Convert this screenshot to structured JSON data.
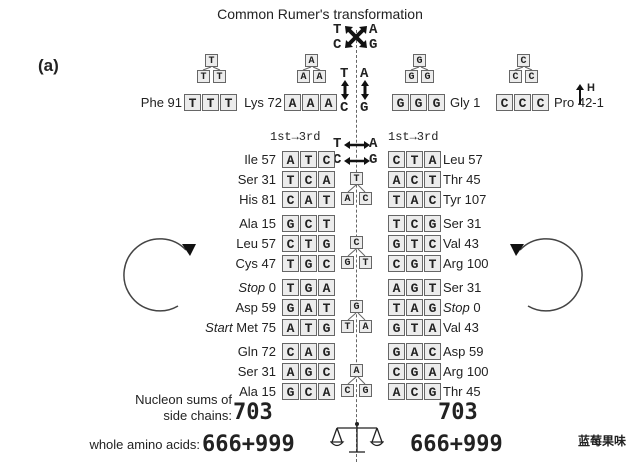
{
  "title": "Common Rumer's transformation",
  "panel_label": "(a)",
  "top_cross": {
    "tl": "T",
    "tr": "A",
    "bl": "C",
    "br": "G"
  },
  "top_arrows": {
    "tl": "T",
    "tr": "A",
    "bl": "C",
    "br": "G"
  },
  "h_marker": "H",
  "top_triplets": [
    {
      "label": "Phe 91",
      "codon": [
        "T",
        "T",
        "T"
      ],
      "tree": [
        "T",
        "T",
        "T"
      ]
    },
    {
      "label": "Lys 72",
      "codon": [
        "A",
        "A",
        "A"
      ],
      "tree": [
        "A",
        "A",
        "A"
      ]
    },
    {
      "label": "Gly 1",
      "codon": [
        "G",
        "G",
        "G"
      ],
      "tree": [
        "G",
        "G",
        "G"
      ]
    },
    {
      "label": "Pro 42-1",
      "codon": [
        "C",
        "C",
        "C"
      ],
      "tree": [
        "C",
        "C",
        "C"
      ]
    }
  ],
  "header_left": "1st→3rd",
  "header_right": "1st→3rd",
  "mid_arrows": {
    "tl": "T",
    "tr": "A",
    "bl": "C",
    "br": "G"
  },
  "rows": [
    {
      "l_label": "Ile 57",
      "l_italic": false,
      "l_codon": [
        "A",
        "T",
        "C"
      ],
      "r_codon": [
        "C",
        "T",
        "A"
      ],
      "r_label": "Leu 57",
      "r_italic": false
    },
    {
      "l_label": "Ser 31",
      "l_italic": false,
      "l_codon": [
        "T",
        "C",
        "A"
      ],
      "r_codon": [
        "A",
        "C",
        "T"
      ],
      "r_label": "Thr 45",
      "r_italic": false
    },
    {
      "l_label": "His 81",
      "l_italic": false,
      "l_codon": [
        "C",
        "A",
        "T"
      ],
      "r_codon": [
        "T",
        "A",
        "C"
      ],
      "r_label": "Tyr 107",
      "r_italic": false
    },
    {
      "l_label": "Ala 15",
      "l_italic": false,
      "l_codon": [
        "G",
        "C",
        "T"
      ],
      "r_codon": [
        "T",
        "C",
        "G"
      ],
      "r_label": "Ser 31",
      "r_italic": false
    },
    {
      "l_label": "Leu 57",
      "l_italic": false,
      "l_codon": [
        "C",
        "T",
        "G"
      ],
      "r_codon": [
        "G",
        "T",
        "C"
      ],
      "r_label": "Val 43",
      "r_italic": false
    },
    {
      "l_label": "Cys 47",
      "l_italic": false,
      "l_codon": [
        "T",
        "G",
        "C"
      ],
      "r_codon": [
        "C",
        "G",
        "T"
      ],
      "r_label": "Arg 100",
      "r_italic": false
    },
    {
      "l_label_a": "Stop",
      "l_label_b": " 0",
      "l_italic": true,
      "l_codon": [
        "T",
        "G",
        "A"
      ],
      "r_codon": [
        "A",
        "G",
        "T"
      ],
      "r_label": "Ser 31",
      "r_italic": false
    },
    {
      "l_label": "Asp 59",
      "l_italic": false,
      "l_codon": [
        "G",
        "A",
        "T"
      ],
      "r_codon": [
        "T",
        "A",
        "G"
      ],
      "r_label_a": "Stop",
      "r_label_b": " 0",
      "r_italic": true
    },
    {
      "l_label_a": "Start",
      "l_label_b": " Met 75",
      "l_italic": true,
      "l_codon": [
        "A",
        "T",
        "G"
      ],
      "r_codon": [
        "G",
        "T",
        "A"
      ],
      "r_label": "Val 43",
      "r_italic": false
    },
    {
      "l_label": "Gln 72",
      "l_italic": false,
      "l_codon": [
        "C",
        "A",
        "G"
      ],
      "r_codon": [
        "G",
        "A",
        "C"
      ],
      "r_label": "Asp 59",
      "r_italic": false
    },
    {
      "l_label": "Ser 31",
      "l_italic": false,
      "l_codon": [
        "A",
        "G",
        "C"
      ],
      "r_codon": [
        "C",
        "G",
        "A"
      ],
      "r_label": "Arg 100",
      "r_italic": false
    },
    {
      "l_label": "Ala 15",
      "l_italic": false,
      "l_codon": [
        "G",
        "C",
        "A"
      ],
      "r_codon": [
        "A",
        "C",
        "G"
      ],
      "r_label": "Thr 45",
      "r_italic": false
    }
  ],
  "center_trees": [
    {
      "top": "T",
      "left": "A",
      "right": "C"
    },
    {
      "top": "C",
      "left": "G",
      "right": "T"
    },
    {
      "top": "G",
      "left": "T",
      "right": "A"
    },
    {
      "top": "A",
      "left": "C",
      "right": "G"
    }
  ],
  "sums": {
    "side_chains_label_1": "Nucleon sums of",
    "side_chains_label_2": "side chains:",
    "whole_label": "whole amino acids:",
    "left_side": "703",
    "right_side": "703",
    "left_whole": "666+999",
    "right_whole": "666+999"
  },
  "watermark": "蓝莓果味"
}
